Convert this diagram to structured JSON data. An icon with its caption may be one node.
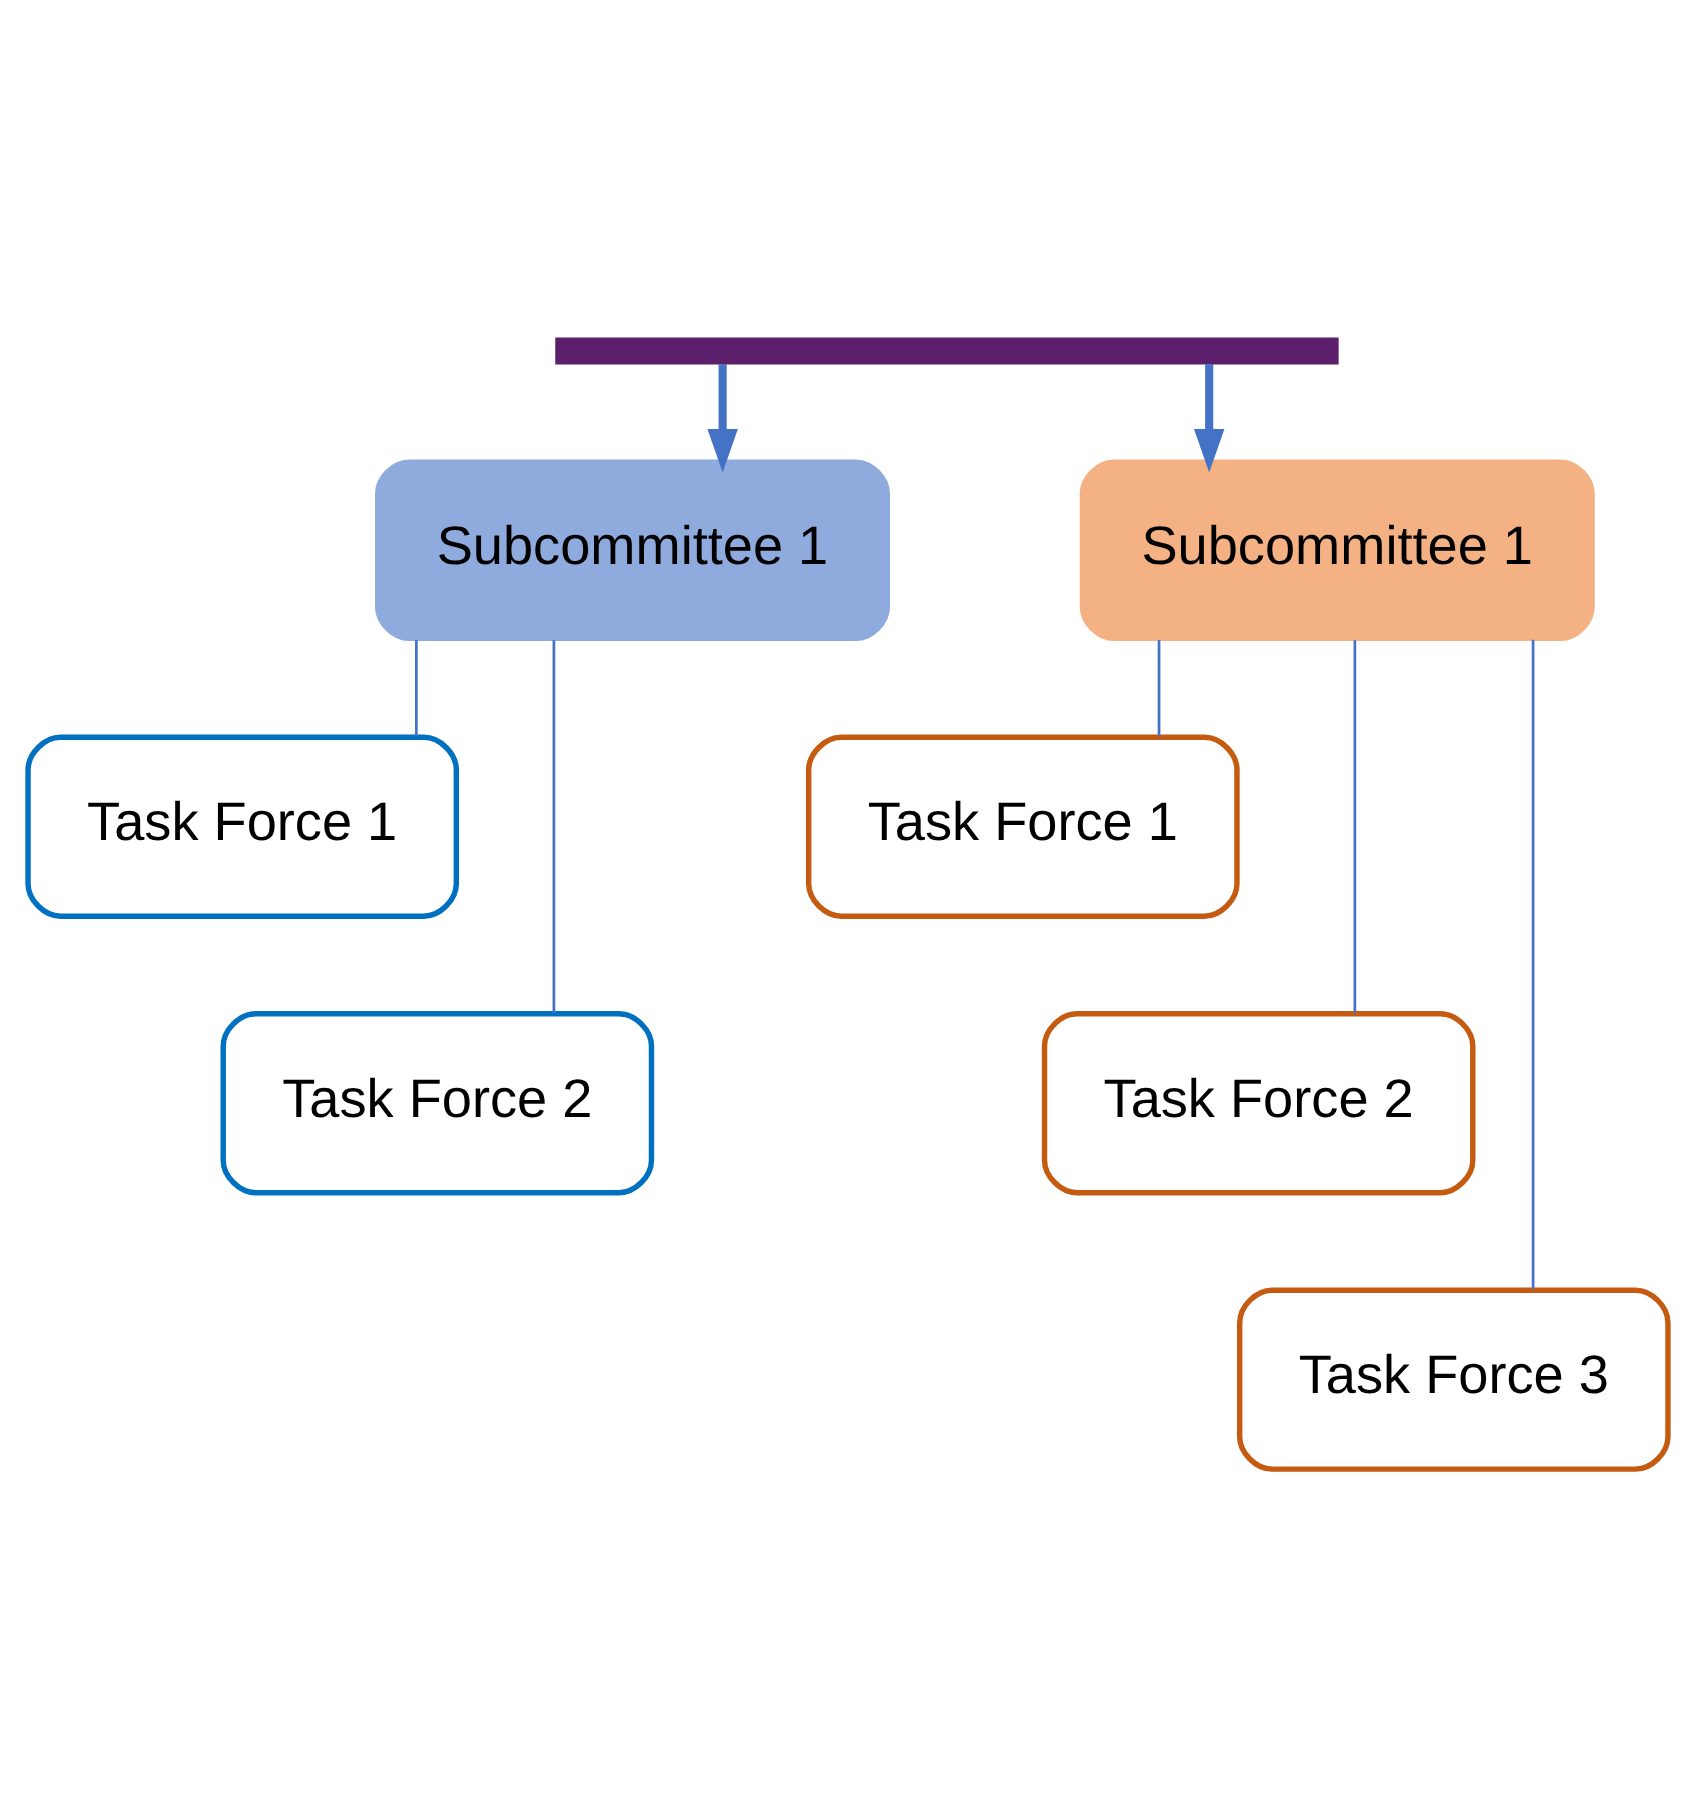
{
  "diagram": {
    "nodes": [
      {
        "text": [],
        "shape": "bar"
      },
      {
        "text": [
          "Subcommittee 1"
        ]
      },
      {
        "text": [
          "Subcommittee 1"
        ]
      },
      {
        "text": [
          "Task Force 1"
        ]
      },
      {
        "text": [
          "Task Force 2"
        ]
      },
      {
        "text": [
          "Task Force 1"
        ]
      },
      {
        "text": [
          "Task Force 2"
        ]
      },
      {
        "text": [
          "Task Force 3"
        ]
      }
    ],
    "edges": [
      {
        "from": 0,
        "to": 1,
        "arrow": "to",
        "style": "thick"
      },
      {
        "from": 0,
        "to": 2,
        "arrow": "to",
        "style": "thick"
      },
      {
        "from": 1,
        "to": 3,
        "arrow": "none"
      },
      {
        "from": 1,
        "to": 4,
        "arrow": "none"
      },
      {
        "from": 2,
        "to": 5,
        "arrow": "none"
      },
      {
        "from": 2,
        "to": 6,
        "arrow": "none"
      },
      {
        "from": 2,
        "to": 7,
        "arrow": "none"
      }
    ]
  }
}
